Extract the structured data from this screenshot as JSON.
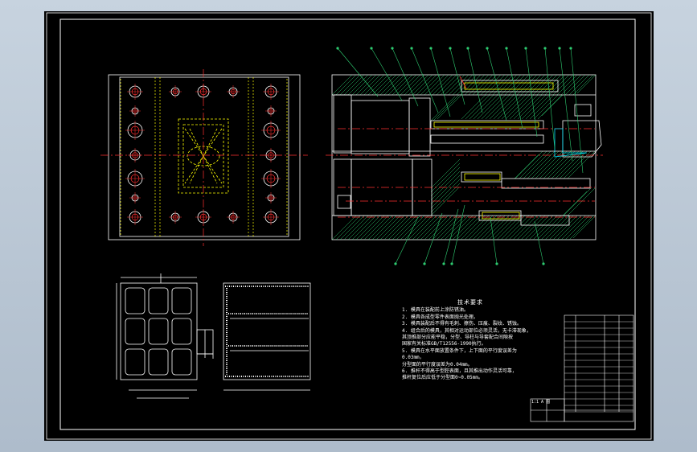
{
  "colors": {
    "background": "#000000",
    "frame": "#ffffff",
    "centerline": "#ff3030",
    "part": "#ffffff",
    "hidden": "#ffff00",
    "hatch": "#2ecc71",
    "leader": "#2ecc71",
    "accent": "#00e5ff"
  },
  "views": [
    "top-plan-view",
    "sectional-view",
    "cavity-plan",
    "cavity-section"
  ],
  "tech_requirements": {
    "title": "技术要求",
    "lines": [
      "1. 模具在装配前上涂防锈油。",
      "2. 模具各成型零件表面抛光处理。",
      "3. 模具装配后不得有毛刺、擦伤、压痕、裂纹、锈蚀。",
      "4. 组合后的模具，其相对运动部位必须灵活，无卡滞现象，",
      "   其顶推部分应能平稳，分型、导柱与导套配合间隙按",
      "   国家有关标准GB/T12556-1990执行。",
      "5. 模具在水平面放置条件下，上下面的平行度误差为0.03mm，",
      "   分型面的平行度误差为0.04mm。",
      "6. 推杆不得高于型腔表面，且其推出动作灵活可靠，",
      "   推杆复位后应低于分型面0~0.05mm。"
    ]
  },
  "title_block": {
    "scale": "1:1",
    "sheet": "图",
    "code": "A"
  }
}
